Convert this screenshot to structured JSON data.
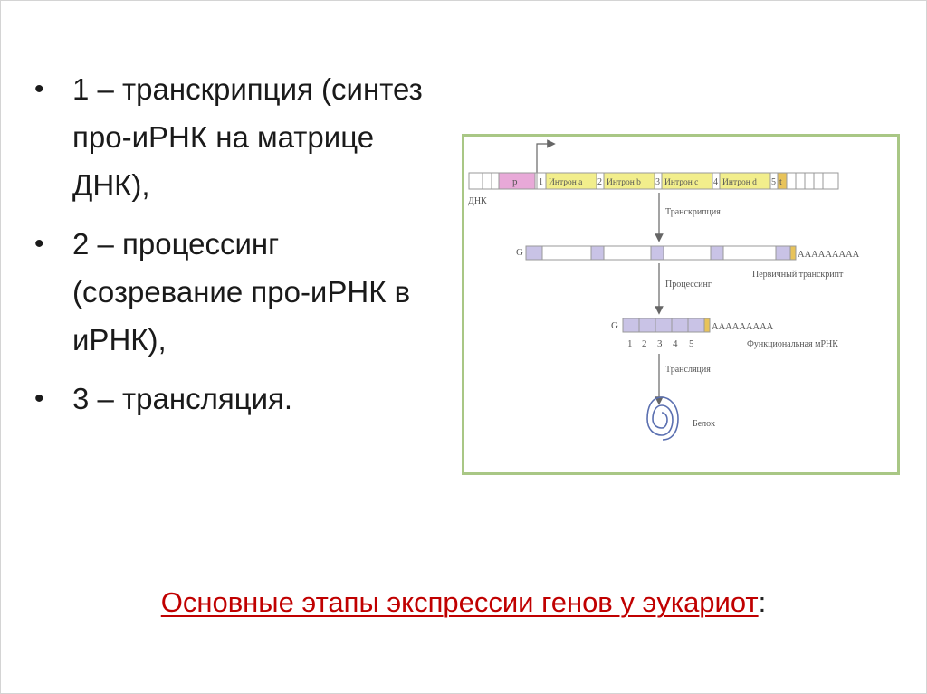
{
  "bullets": [
    {
      "marker": "•",
      "text": "1 – транскрипция (синтез про-иРНК на матрице ДНК),"
    },
    {
      "marker": "•",
      "text": "2 – процессинг (созревание про-иРНК в иРНК),"
    },
    {
      "marker": "•",
      "text": "3 – трансляция."
    }
  ],
  "diagram": {
    "dna_label": "ДНК",
    "promoter_label": "p",
    "exon_labels": [
      "1",
      "2",
      "3",
      "4",
      "5"
    ],
    "intron_labels": [
      "Интрон a",
      "Интрон b",
      "Интрон c",
      "Интрон d"
    ],
    "terminator_label": "t",
    "step_transcription": "Транскрипция",
    "cap_label_1": "G",
    "polyA_1": "AAAAAAAAA",
    "primary_transcript": "Первичный транскрипт",
    "step_processing": "Процессинг",
    "cap_label_2": "G",
    "polyA_2": "AAAAAAAAA",
    "mrna_exon_numbers": [
      "1",
      "2",
      "3",
      "4",
      "5"
    ],
    "functional_mrna": "Функциональная мРНК",
    "step_translation": "Трансляция",
    "protein_label": "Белок",
    "colors": {
      "promoter": "#e8a9d8",
      "intron": "#f2ee8c",
      "exon": "#c9c3e6",
      "tail": "#e8c35a",
      "frame": "#a9c785"
    }
  },
  "caption": {
    "main": "Основные этапы экспрессии генов у эукариот",
    "suffix": ":"
  }
}
